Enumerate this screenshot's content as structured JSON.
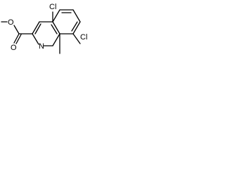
{
  "molecule": {
    "atoms": {
      "cl_top": "Cl",
      "cl_right": "Cl",
      "methyl_right": "",
      "n_ring": "N",
      "o_ester": "O",
      "o_carbonyl": "O"
    }
  }
}
